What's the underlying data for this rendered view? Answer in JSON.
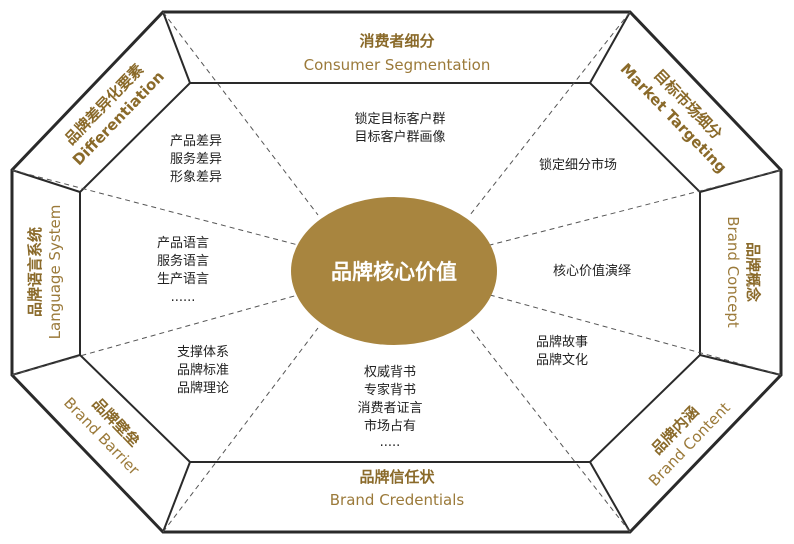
{
  "core": {
    "label": "品牌核心价值"
  },
  "segments": {
    "top": {
      "cn": "消费者细分",
      "en": "Consumer Segmentation"
    },
    "top_right": {
      "cn": "目标市场细分",
      "en": "Market Targeting"
    },
    "right": {
      "cn": "品牌概念",
      "en": "Brand Concept"
    },
    "bottom_right": {
      "cn": "品牌内涵",
      "en": "Brand Content"
    },
    "bottom": {
      "cn": "品牌信任状",
      "en": "Brand Credentials"
    },
    "bottom_left": {
      "cn": "品牌壁垒",
      "en": "Brand Barrier"
    },
    "left": {
      "cn": "品牌语言系统",
      "en": "Language System"
    },
    "top_left": {
      "cn": "品牌差异化要素",
      "en": "Differentiation"
    }
  },
  "inner": {
    "top": [
      "锁定目标客户群",
      "目标客户群画像"
    ],
    "top_right": [
      "锁定细分市场"
    ],
    "right": [
      "核心价值演绎"
    ],
    "bottom_right": [
      "品牌故事",
      "品牌文化"
    ],
    "bottom": [
      "权威背书",
      "专家背书",
      "消费者证言",
      "市场占有",
      "....."
    ],
    "bottom_left": [
      "支撑体系",
      "品牌标准",
      "品牌理论"
    ],
    "left": [
      "产品语言",
      "服务语言",
      "生产语言",
      "......"
    ],
    "top_left": [
      "产品差异",
      "服务差异",
      "形象差异"
    ]
  },
  "colors": {
    "outer_fill": "#ffffff",
    "outer_stroke": "#2a2a2a",
    "core_fill": "#a8853f",
    "label_gold": "#8a6a2a",
    "dash": "#555555"
  }
}
